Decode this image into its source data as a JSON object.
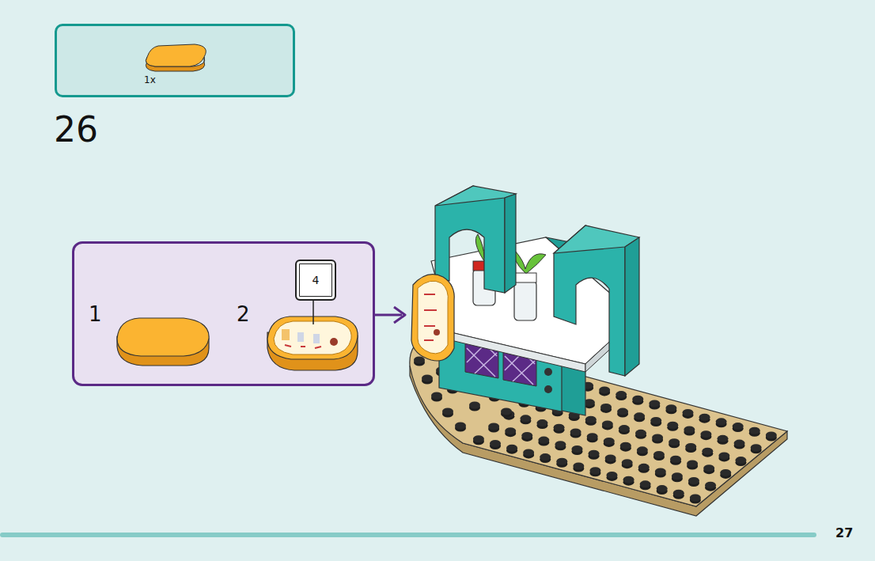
{
  "diagram": {
    "nodes": [
      {
        "text": [
          "1x"
        ]
      },
      {
        "text": [
          "1",
          "2"
        ]
      },
      {
        "text": [
          "4"
        ],
        "in": 1
      }
    ],
    "labels": [
      "26",
      "27"
    ]
  }
}
